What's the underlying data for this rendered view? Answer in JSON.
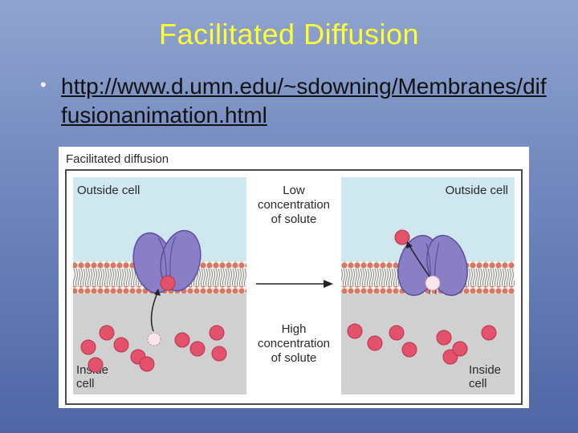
{
  "slide": {
    "title": "Facilitated Diffusion",
    "bullet_link": "http://www.d.umn.edu/~sdowning/Membranes/diffusionanimation.html"
  },
  "figure": {
    "title": "Facilitated diffusion",
    "left_outside": "Outside cell",
    "right_outside": "Outside cell",
    "left_inside": [
      "Inside",
      "cell"
    ],
    "right_inside": [
      "Inside",
      "cell"
    ],
    "low_label": [
      "Low",
      "concentration",
      "of solute"
    ],
    "high_label": [
      "High",
      "concentration",
      "of solute"
    ],
    "colors": {
      "outside_fluid": "#cfe7ef",
      "inside_fluid": "#d0d0d0",
      "head_group": "#d77862",
      "carrier_protein": "#8a7fc6",
      "solute": "#e3526a",
      "frame": "#4a4a4a"
    }
  }
}
